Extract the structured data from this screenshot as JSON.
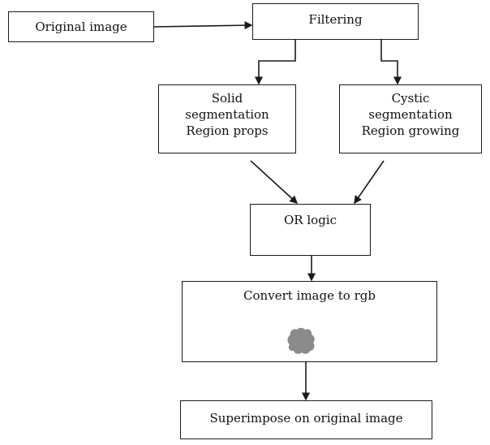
{
  "nodes": {
    "original_image": "Original image",
    "filtering": "Filtering",
    "solid": [
      "Solid",
      "segmentation",
      "Region props"
    ],
    "cystic": [
      "Cystic",
      "segmentation",
      "Region growing"
    ],
    "or_logic": "OR logic",
    "convert": "Convert image to rgb",
    "superimpose": "Superimpose on original image"
  },
  "colors": {
    "stroke": "#1a1a1a",
    "blob": "#8a8a8a"
  }
}
